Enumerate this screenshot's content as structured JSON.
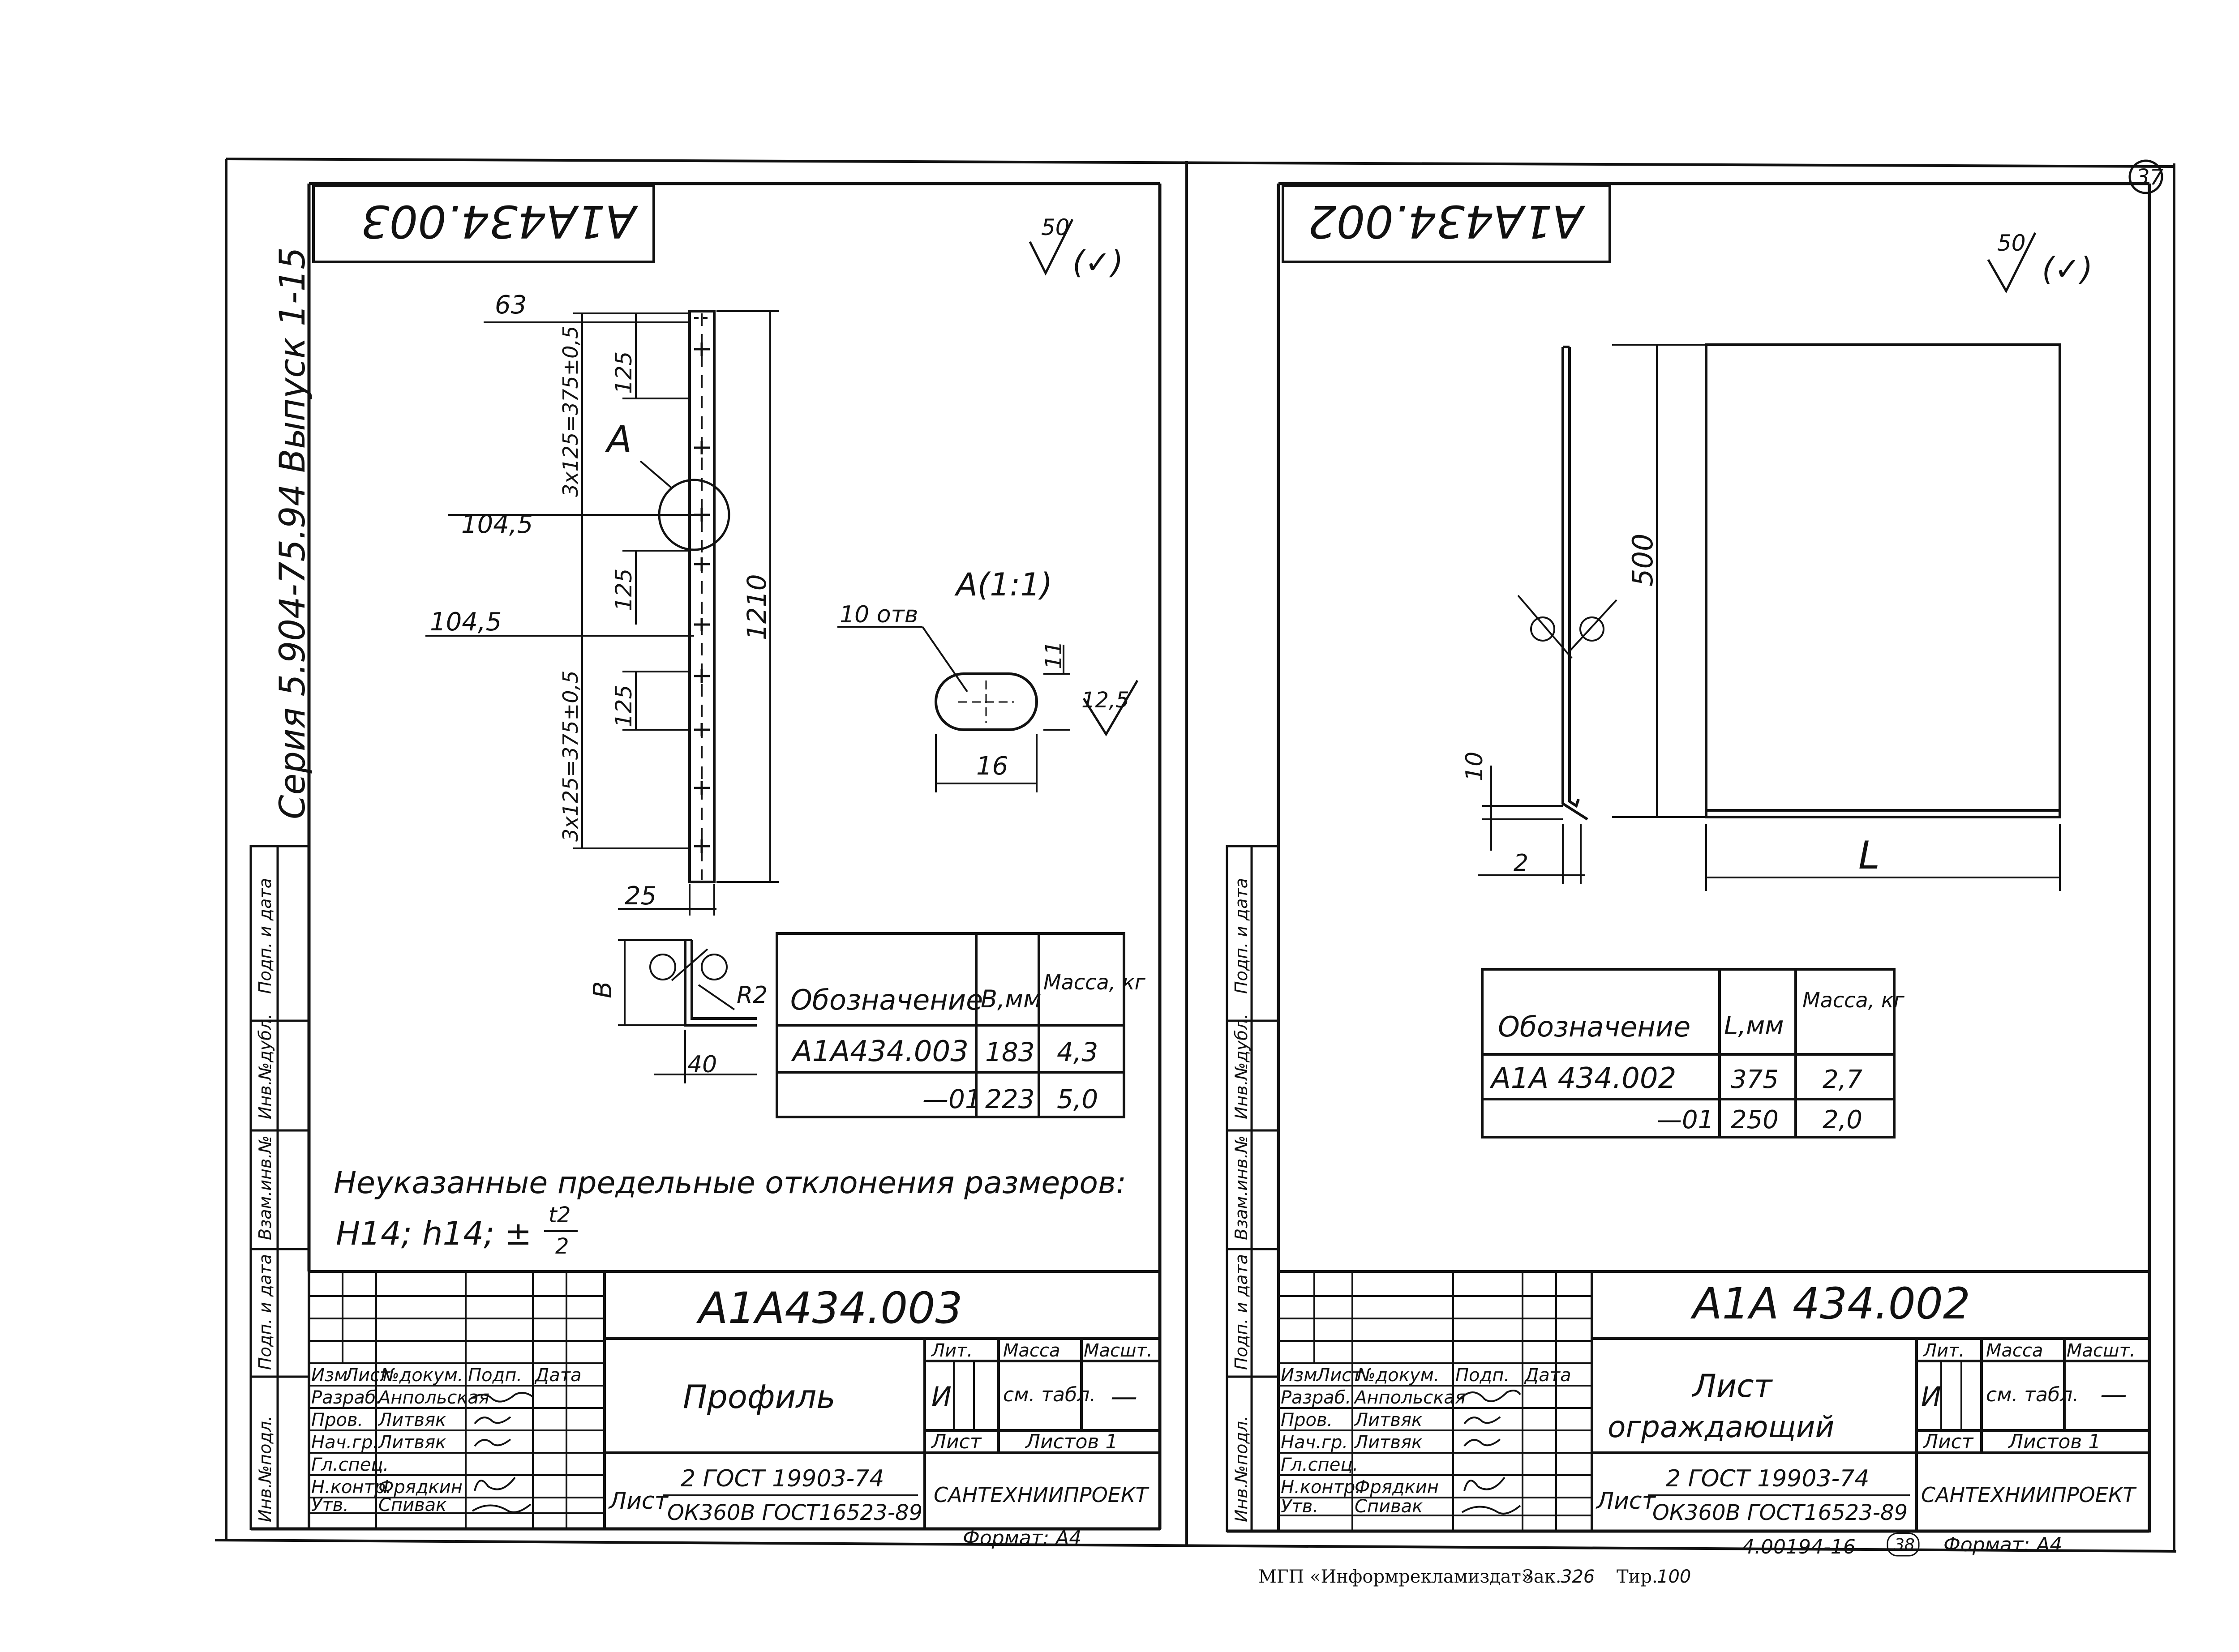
{
  "series_stamp": "Серия 5.904-75.94 Выпуск 1-15",
  "sheet_number": "37",
  "footer": {
    "publisher": "МГП «Информреклам­издат»",
    "order_label": "Зак.",
    "order_value": "326",
    "print_label": "Тир.",
    "print_value": "100",
    "inventory_stamp": "4.00194-16",
    "inventory_page": "38"
  },
  "left_sheet": {
    "mirrored_code": "А1А434.003",
    "roughness": {
      "value": "50",
      "suffix": "(✓)"
    },
    "dims": {
      "top": "63",
      "d1045a": "104,5",
      "d1045b": "104,5",
      "bottom": "25",
      "len": "1210",
      "s125a": "125",
      "s125b": "125",
      "s125c": "125",
      "chainA": "3x125=375±0,5",
      "chainB": "3x125=375±0,5",
      "b": "B",
      "r2": "R2",
      "w40": "40"
    },
    "callout_a": "А",
    "detail": {
      "title": "А(1:1)",
      "holes": "10 отв",
      "h": "11",
      "w": "16",
      "rough": "12,5"
    },
    "table": {
      "headers": [
        "Обозначение",
        "B,мм",
        "Масса, кг"
      ],
      "rows": [
        [
          "А1А434.003",
          "183",
          "4,3"
        ],
        [
          "—01",
          "223",
          "5,0"
        ]
      ]
    },
    "note_line1": "Неуказанные предельные отклонения размеров:",
    "note_line2": "H14;  h14;  ±",
    "note_frac_top": "t2",
    "note_frac_bot": "2",
    "title_block": {
      "code": "А1А434.003",
      "name": "Профиль",
      "rev_headers": [
        "Изм",
        "Лист",
        "№докум.",
        "Подп.",
        "Дата"
      ],
      "roles": [
        "Разраб.",
        "Пров.",
        "Нач.гр.",
        "Гл.спец.",
        "Н.контр.",
        "Утв."
      ],
      "people": [
        "Анпольская",
        "Литвяк",
        "Литвяк",
        "",
        "Фрядкин",
        "Спивак"
      ],
      "lit_label": "Лит.",
      "mass_label": "Масса",
      "scale_label": "Масшт.",
      "lit_value": "И",
      "mass_value": "см. табл.",
      "scale_value": "—",
      "sheet_label": "Лист",
      "sheets_label": "Листов 1",
      "material_prefix": "Лист",
      "material_top": "2 ГОСТ 19903-74",
      "material_bottom": "ОК360В ГОСТ16523-89",
      "org": "САНТЕХНИИПРОЕКТ",
      "format": "Формат: А4"
    }
  },
  "right_sheet": {
    "mirrored_code": "А1А434.002",
    "roughness": {
      "value": "50",
      "suffix": "(✓)"
    },
    "dims": {
      "h500": "500",
      "h10": "10",
      "w2": "2",
      "L": "L"
    },
    "table": {
      "headers": [
        "Обозначение",
        "L,мм",
        "Масса, кг"
      ],
      "rows": [
        [
          "А1А 434.002",
          "375",
          "2,7"
        ],
        [
          "—01",
          "250",
          "2,0"
        ]
      ]
    },
    "title_block": {
      "code": "А1А 434.002",
      "name_line1": "Лист",
      "name_line2": "ограждающий",
      "rev_headers": [
        "Изм",
        "Лист",
        "№докум.",
        "Подп.",
        "Дата"
      ],
      "roles": [
        "Разраб.",
        "Пров.",
        "Нач.гр.",
        "Гл.спец.",
        "Н.контр.",
        "Утв."
      ],
      "people": [
        "Анпольская",
        "Литвяк",
        "Литвяк",
        "",
        "Фрядкин",
        "Спивак"
      ],
      "lit_label": "Лит.",
      "mass_label": "Масса",
      "scale_label": "Масшт.",
      "lit_value": "И",
      "mass_value": "см. табл.",
      "scale_value": "—",
      "sheet_label": "Лист",
      "sheets_label": "Листов 1",
      "material_prefix": "Лист",
      "material_top": "2 ГОСТ 19903-74",
      "material_bottom": "ОК360В ГОСТ16523-89",
      "org": "САНТЕХНИИПРОЕКТ",
      "format": "Формат: А4"
    }
  },
  "side_stamp_labels": [
    "Подп. и дата",
    "Инв.№дубл.",
    "Взам.инв.№",
    "Подп. и дата",
    "Инв.№подл."
  ]
}
